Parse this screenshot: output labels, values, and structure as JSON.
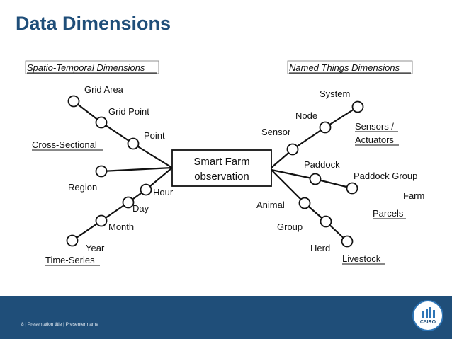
{
  "slide": {
    "title": "Data Dimensions"
  },
  "sections": {
    "left_heading": "Spatio-Temporal Dimensions",
    "right_heading": "Named Things Dimensions"
  },
  "center": {
    "line1": "Smart Farm",
    "line2": "observation"
  },
  "labels": {
    "grid_area": "Grid Area",
    "grid_point": "Grid Point",
    "point": "Point",
    "cross_sectional": "Cross-Sectional",
    "region": "Region",
    "hour": "Hour",
    "day": "Day",
    "month": "Month",
    "year": "Year",
    "time_series": "Time-Series",
    "system": "System",
    "node": "Node",
    "sensor": "Sensor",
    "sensors_line1": "Sensors /",
    "sensors_line2": "Actuators",
    "paddock": "Paddock",
    "paddock_group": "Paddock Group",
    "farm": "Farm",
    "parcels": "Parcels",
    "animal": "Animal",
    "group": "Group",
    "herd": "Herd",
    "livestock": "Livestock"
  },
  "footer": {
    "text": "8  |   Presentation title  |   Presenter name",
    "logo": "CSIRO"
  }
}
